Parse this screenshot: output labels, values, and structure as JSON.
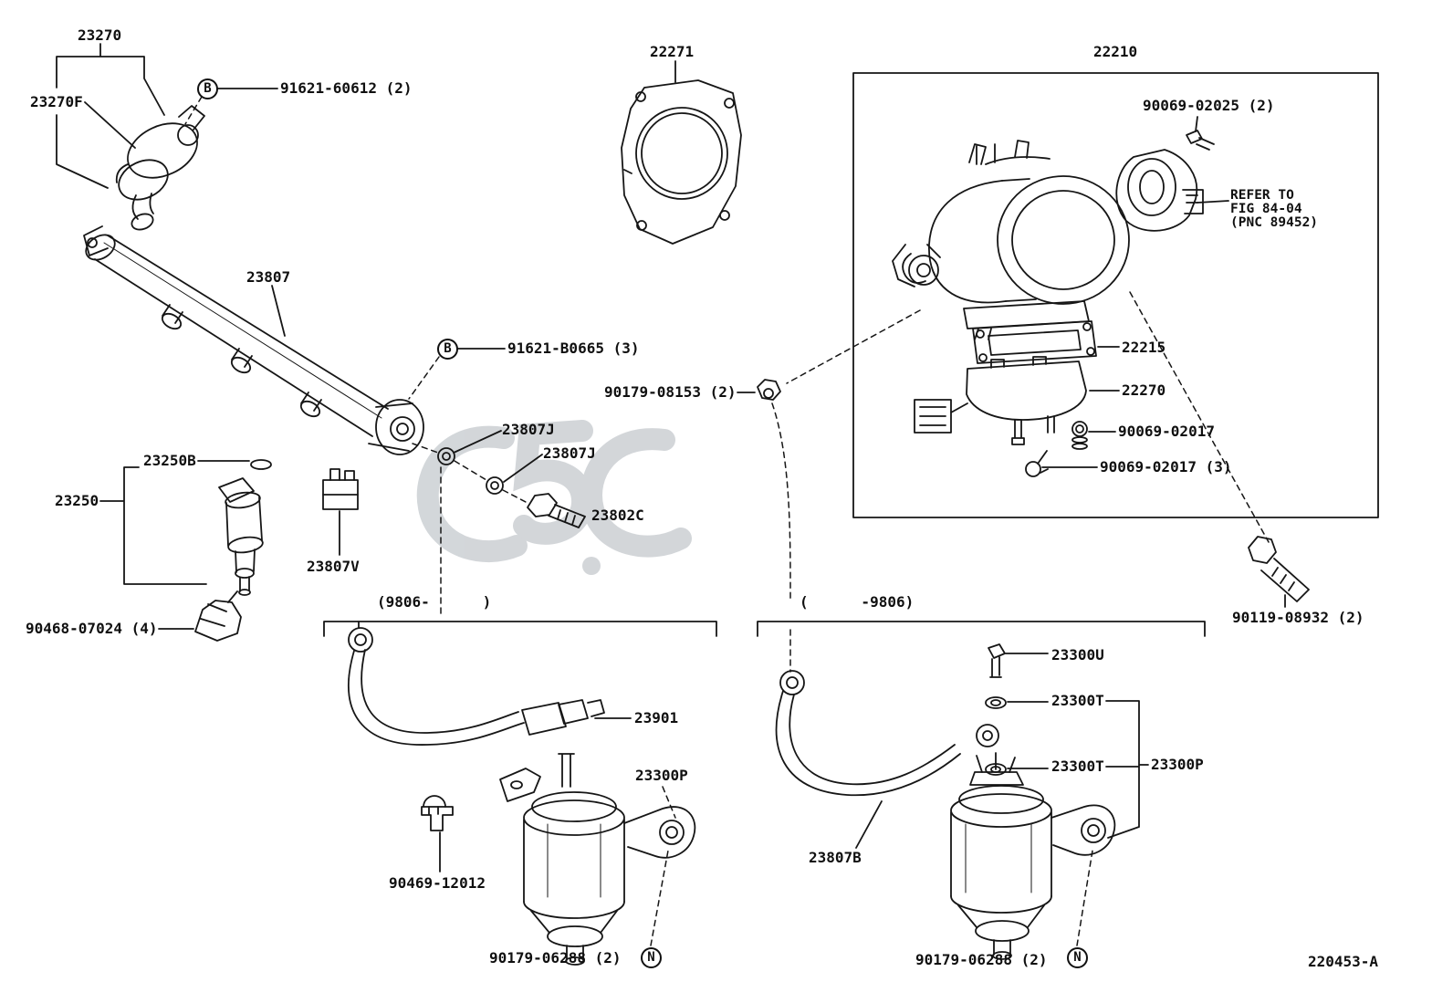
{
  "doc": {
    "type": "vehicle parts diagram - fuel injection system (throttle body, fuel rail, injectors, fuel filter)",
    "figure_code": "220453-A"
  },
  "c": {
    "p23270": "23270",
    "p23270F": "23270F",
    "keyB": "B",
    "keyN": "N",
    "p91621_60612": "91621-60612 (2)",
    "p22271": "22271",
    "p22210": "22210",
    "p90069_02025": "90069-02025 (2)",
    "refer_l1": "REFER TO",
    "refer_l2": "FIG 84-04",
    "refer_l3": "(PNC 89452)",
    "p23807": "23807",
    "p91621_B0665": "91621-B0665 (3)",
    "p90179_08153": "90179-08153 (2)",
    "p22215": "22215",
    "p22270": "22270",
    "p90069_02017": "90069-02017",
    "p90069_02017_3": "90069-02017 (3)",
    "p23250B": "23250B",
    "p23250": "23250",
    "p23807J": "23807J",
    "p23802C": "23802C",
    "p23807V": "23807V",
    "p90468_07024": "90468-07024 (4)",
    "p90119_08932": "90119-08932 (2)",
    "range_new": "(9806-      )",
    "range_old": "(      -9806)",
    "p23901": "23901",
    "p23300P": "23300P",
    "p90469_12012": "90469-12012",
    "p90179_06288": "90179-06288 (2)",
    "p23300U": "23300U",
    "p23300T": "23300T",
    "p23807B": "23807B",
    "figure_code": "220453-A"
  }
}
